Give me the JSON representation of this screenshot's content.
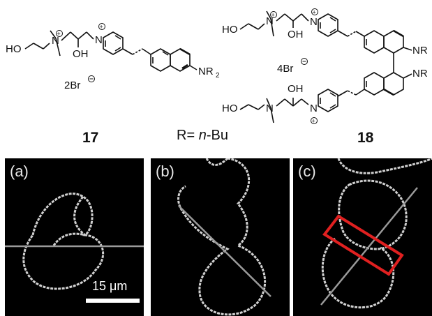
{
  "compound_17": {
    "number": "17",
    "left_amine": "HO",
    "hydroxyl": "OH",
    "counterion": "2Br",
    "dialkylamino": "NR",
    "subscript": "2"
  },
  "compound_18": {
    "number": "18",
    "upper_amine": "HO",
    "upper_hydroxyl": "OH",
    "lower_amine": "HO",
    "lower_hydroxyl": "OH",
    "counterion": "4Br",
    "amino_top": "NR",
    "amino_bottom": "NR"
  },
  "r_definition": {
    "prefix": "R= ",
    "italic": "n",
    "suffix": "-Bu"
  },
  "panels": [
    {
      "label": "(a)"
    },
    {
      "label": "(b)"
    },
    {
      "label": "(c)"
    }
  ],
  "scale": {
    "label": "15 μm"
  },
  "colors": {
    "membrane": "#dcdcdc",
    "line": "#9a9a9a",
    "box": "#e02020"
  }
}
